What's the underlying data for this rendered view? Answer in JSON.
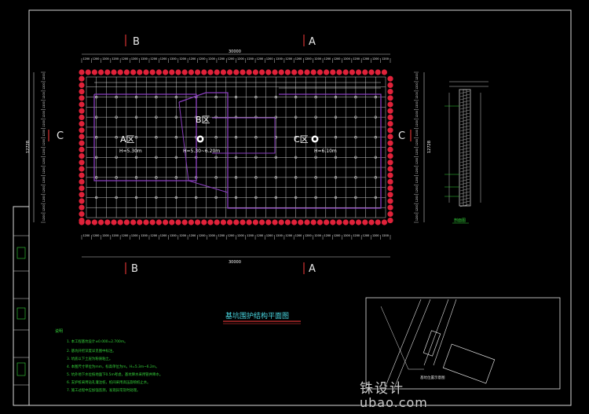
{
  "drawing": {
    "title": "基坑围护结构平面图",
    "section_marks": [
      "B",
      "A",
      "C"
    ],
    "zones": [
      {
        "label": "A区",
        "depth": "H=5.30m"
      },
      {
        "label": "B区",
        "depth": "H=5.30~6.20m"
      },
      {
        "label": "C区",
        "depth": "H=6.10m"
      }
    ],
    "overall_dim": "30000",
    "side_dim": "12728",
    "dim_segment": "1200",
    "notes_heading": "说明",
    "notes": [
      "1. 本工程基坑设计±0.000=2.700m。",
      "2. 基坑开挖深度详见图中标注。",
      "3. 坑底以下土层为粉质粘土。",
      "4. 本图尺寸单位为mm，标高单位为m。H=5.3m~6.2m。",
      "5. 坑外地下水位按地面下0.5m考虑，基坑降水采用管井降水。",
      "6. 支护桩采用钻孔灌注桩，桩间采用高压旋喷桩止水。",
      "7. 施工过程中应加强监测，发现异常及时处理。"
    ],
    "location_label": "基坑位置示意图",
    "section_label": "剖面图"
  },
  "watermark": {
    "cn": "铢设计",
    "url": "ubao.com"
  },
  "colors": {
    "background": "#000000",
    "pile": "#e0223a",
    "grid": "#c9c9c9",
    "outline": "#8a3ec0",
    "text_white": "#ffffff",
    "text_green": "#35d43a",
    "text_cyan": "#49d6e0",
    "accent_red": "#ff3d3d",
    "watermark": "#cfcfcf"
  }
}
